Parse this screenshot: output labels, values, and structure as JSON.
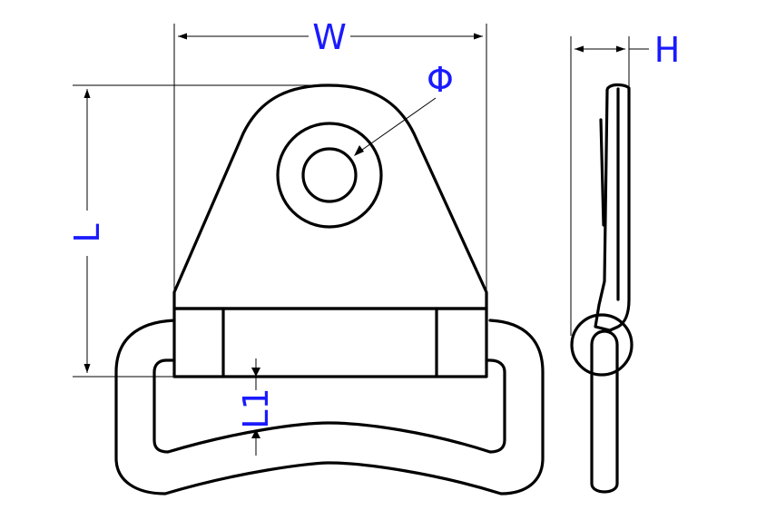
{
  "colors": {
    "outline": "#000000",
    "dimension_line": "#000000",
    "dimension_label": "#1a1aff",
    "background": "#ffffff"
  },
  "labels": {
    "width": "W",
    "height": "H",
    "length": "L",
    "diameter": "Φ",
    "inner_length": "L1"
  }
}
